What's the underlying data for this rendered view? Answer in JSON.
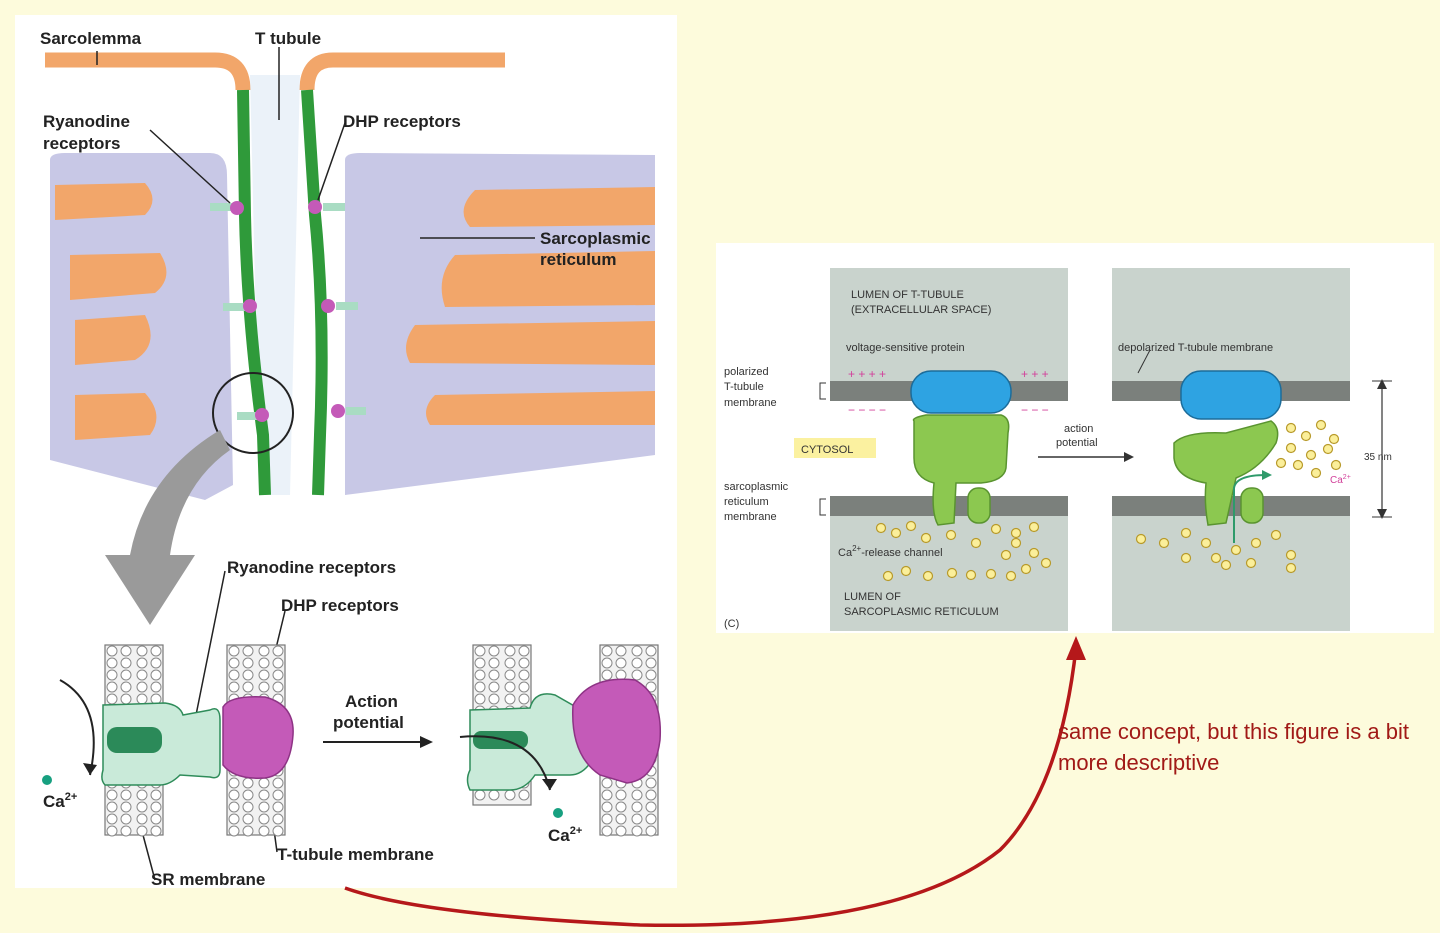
{
  "left_figure": {
    "sarcolemma": "Sarcolemma",
    "t_tubule": "T tubule",
    "ryanodine_receptors_line1": "Ryanodine",
    "ryanodine_receptors_line2": "receptors",
    "dhp_receptors": "DHP receptors",
    "sr_line1": "Sarcoplasmic",
    "sr_line2": "reticulum",
    "ryanodine_receptors_bottom": "Ryanodine receptors",
    "dhp_receptors_bottom": "DHP receptors",
    "action_line1": "Action",
    "action_line2": "potential",
    "ca_left": "Ca",
    "ca_left_sup": "2+",
    "ca_right": "Ca",
    "ca_right_sup": "2+",
    "t_tubule_membrane": "T-tubule membrane",
    "sr_membrane": "SR membrane"
  },
  "right_figure": {
    "lumen_t_line1": "LUMEN OF T-TUBULE",
    "lumen_t_line2": "(EXTRACELLULAR SPACE)",
    "voltage_protein": "voltage-sensitive protein",
    "polarized_line1": "polarized",
    "polarized_line2": "T-tubule",
    "polarized_line3": "membrane",
    "cytosol": "CYTOSOL",
    "sr_mem_line1": "sarcoplasmic",
    "sr_mem_line2": "reticulum",
    "sr_mem_line3": "membrane",
    "release_channel_prefix": "Ca",
    "release_channel_sup": "2+",
    "release_channel_suffix": "-release channel",
    "lumen_sr_line1": "LUMEN OF",
    "lumen_sr_line2": "SARCOPLASMIC RETICULUM",
    "panel_letter": "(C)",
    "depolarized": "depolarized T-tubule membrane",
    "action_line1": "action",
    "action_line2": "potential",
    "distance": "35 nm",
    "ca_label": "Ca",
    "ca_sup": "2+"
  },
  "caption": "same concept, but this figure is a bit more descriptive",
  "colors": {
    "background": "#fdfbdc",
    "membrane_green": "#2f9a3a",
    "sr_lavender": "#c8c8e6",
    "sarcolemma_orange": "#f2a66a",
    "dhp_magenta": "#c45ab8",
    "arrow_red": "#b5181a",
    "voltage_blue": "#2ea3e2",
    "channel_green": "#8cc850",
    "calcium_yellow": "#e8cf55"
  }
}
